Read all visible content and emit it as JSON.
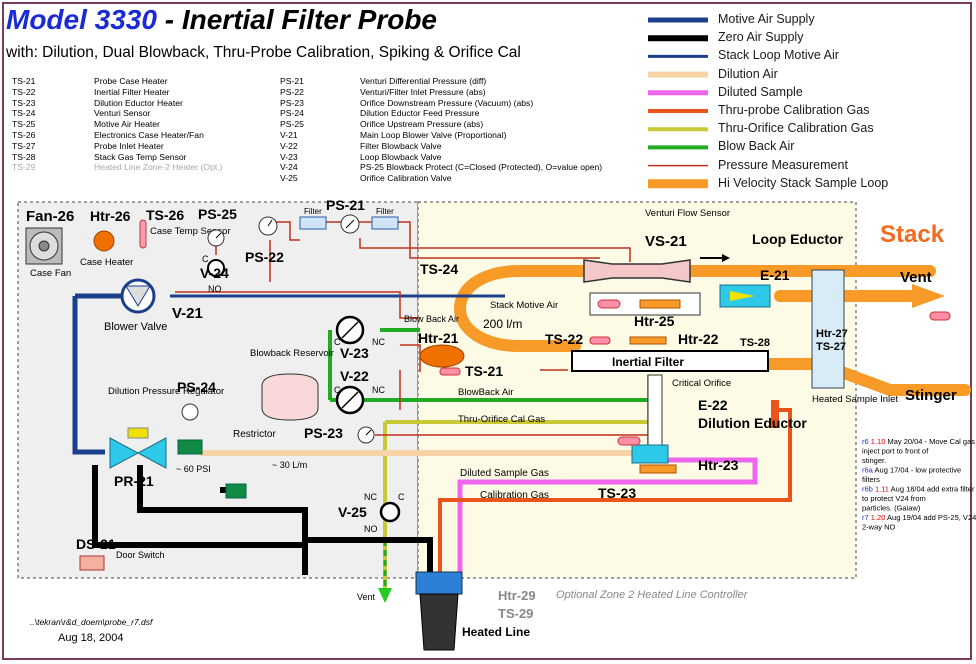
{
  "header": {
    "title_model": "Model 3330",
    "title_rest": " - Inertial Filter Probe",
    "subtitle": "with: Dilution, Dual Blowback, Thru-Probe Calibration, Spiking & Orifice Cal"
  },
  "abbreviations_left": [
    {
      "code": "TS-21",
      "desc": "Probe Case Heater"
    },
    {
      "code": "TS-22",
      "desc": "Inertial Filter Heater"
    },
    {
      "code": "TS-23",
      "desc": "Dilution Eductor Heater"
    },
    {
      "code": "TS-24",
      "desc": "Venturi Sensor"
    },
    {
      "code": "TS-25",
      "desc": "Motive Air Heater"
    },
    {
      "code": "TS-26",
      "desc": "Electronics Case Heater/Fan"
    },
    {
      "code": "TS-27",
      "desc": "Probe Inlet Heater"
    },
    {
      "code": "TS-28",
      "desc": "Stack Gas Temp Sensor"
    },
    {
      "code": "TS-29",
      "desc": "Heated Line Zone-2 Heater (Opt.)"
    }
  ],
  "abbreviations_right": [
    {
      "code": "PS-21",
      "desc": "Venturi Differential Pressure (diff)"
    },
    {
      "code": "PS-22",
      "desc": "Venturi/Filter Inlet Pressure (abs)"
    },
    {
      "code": "PS-23",
      "desc": "Orifice Downstream Pressure (Vacuum) (abs)"
    },
    {
      "code": "PS-24",
      "desc": "Dilution Eductor Feed Pressure"
    },
    {
      "code": "PS-25",
      "desc": "Orifice Upstream Pressure (abs)"
    },
    {
      "code": "V-21",
      "desc": "Main Loop Blower Valve (Proportional)"
    },
    {
      "code": "V-22",
      "desc": "Filter Blowback Valve"
    },
    {
      "code": "V-23",
      "desc": "Loop Blowback Valve"
    },
    {
      "code": "V-24",
      "desc": "PS-25 Blowback Protect (C=Closed (Protected), O=value open)"
    },
    {
      "code": "V-25",
      "desc": "Orifice Calibration Valve"
    }
  ],
  "legend": [
    {
      "label": "Motive Air Supply",
      "color": "#1b3f8b",
      "width": 5
    },
    {
      "label": "Zero Air Supply",
      "color": "#000000",
      "width": 6
    },
    {
      "label": "Stack Loop Motive Air",
      "color": "#1b3f8b",
      "width": 3
    },
    {
      "label": "Dilution Air",
      "color": "#f7d4a8",
      "width": 6
    },
    {
      "label": "Diluted Sample",
      "color": "#ee66ee",
      "width": 5
    },
    {
      "label": "Thru-probe Calibration Gas",
      "color": "#e8541a",
      "width": 4
    },
    {
      "label": "Thru-Orifice Calibration Gas",
      "color": "#c9c835",
      "width": 4
    },
    {
      "label": "Blow Back Air",
      "color": "#22aa22",
      "width": 4
    },
    {
      "label": "Pressure Measurement",
      "color": "#c0301a",
      "width": 1.5
    },
    {
      "label": "Hi Velocity Stack Sample Loop",
      "color": "#f79a27",
      "width": 9
    }
  ],
  "diagram": {
    "stack": "Stack",
    "vent_right": "Vent",
    "stinger": "Stinger",
    "heated_inlet": "Heated Sample Inlet",
    "fan": "Fan-26",
    "case_fan": "Case Fan",
    "htr26": "Htr-26",
    "case_heater": "Case Heater",
    "ts26": "TS-26",
    "case_temp_sensor": "Case Temp Sensor",
    "ps25": "PS-25",
    "v24": "V-24",
    "no_v24": "NO",
    "c_v24": "C",
    "ps22": "PS-22",
    "ps21": "PS-21",
    "filter_left": "Filter",
    "filter_right": "Filter",
    "venturi_flow": "Venturi Flow Sensor",
    "vs21": "VS-21",
    "loop_eductor": "Loop Eductor",
    "e21": "E-21",
    "ts24": "TS-24",
    "v21": "V-21",
    "blower_valve": "Blower Valve",
    "blow_back_air_top": "Blow Back Air",
    "stack_motive_air": "Stack Motive Air",
    "htr25": "Htr-25",
    "flow_200": "200 l/m",
    "htr21": "Htr-21",
    "ts21": "TS-21",
    "ts22": "TS-22",
    "htr22": "Htr-22",
    "ts28": "TS-28",
    "htr27": "Htr-27",
    "ts27": "TS-27",
    "inertial_filter": "Inertial Filter",
    "v23": "V-23",
    "v22": "V-22",
    "c_v23": "C",
    "nc_v23": "NC",
    "c_v22": "C",
    "nc_v22": "NC",
    "blowback_reservoir": "Blowback Reservoir",
    "restrictor": "Restrictor",
    "blowback_air": "BlowBack Air",
    "thru_orifice_cal": "Thru-Orifice Cal Gas",
    "critical_orifice": "Critical Orifice",
    "e22": "E-22",
    "dilution_eductor": "Dilution Eductor",
    "ps23": "PS-23",
    "dilution_regulator": "Dilution Pressure Regulator",
    "ps24": "PS-24",
    "pr21": "PR-21",
    "psi60": "~ 60 PSI",
    "lpm30": "~ 30 L/m",
    "htr23": "Htr-23",
    "diluted_sample_gas": "Diluted Sample Gas",
    "calibration_gas": "Calibration Gas",
    "ts23": "TS-23",
    "v25": "V-25",
    "nc_v25": "NC",
    "c_v25": "C",
    "no_v25": "NO",
    "ds21": "DS-21",
    "door_switch": "Door Switch",
    "vent_bottom": "Vent",
    "heated_line": "Heated Line",
    "htr29": "Htr-29",
    "ts29": "TS-29",
    "optional_zone": "Optional Zone 2 Heated Line Controller"
  },
  "notes": [
    {
      "rev": "r6",
      "num": "1.10",
      "text": "May 20/04 - Move Cal gas inject port to front of stinger."
    },
    {
      "rev": "r6a",
      "num": "",
      "text": "Aug 17/04 - low protective filters"
    },
    {
      "rev": "r6b",
      "num": "1.11",
      "text": "Aug 18/04 add extra filter to protect V24 from particles. (Gaiaw)"
    },
    {
      "rev": "r7",
      "num": "1.20",
      "text": "Aug 19/04 add PS-25, V24 2-way NO"
    }
  ],
  "footer": {
    "file": "..\\tekran\\r&d_doem\\probe_r7.dsf",
    "date": "Aug 18, 2004"
  },
  "colors": {
    "motive": "#1b3f8b",
    "loop": "#f79a27",
    "dilution": "#f7d4a8",
    "diluted": "#ee66ee",
    "cal": "#e8541a",
    "orifice_cal": "#c9c835",
    "blowback": "#22aa22",
    "pressure": "#c0301a",
    "title_blue": "#1a2bd6",
    "stack_orange": "#f26b1f"
  }
}
